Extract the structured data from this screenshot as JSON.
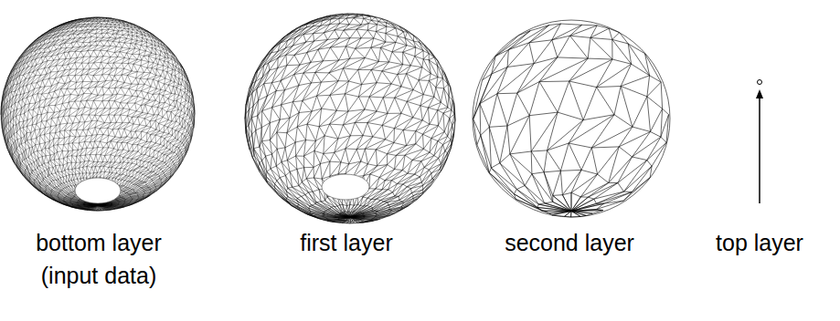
{
  "diagram": {
    "labels": [
      "bottom layer (input data)",
      "first layer",
      "second layer",
      "top layer"
    ]
  }
}
